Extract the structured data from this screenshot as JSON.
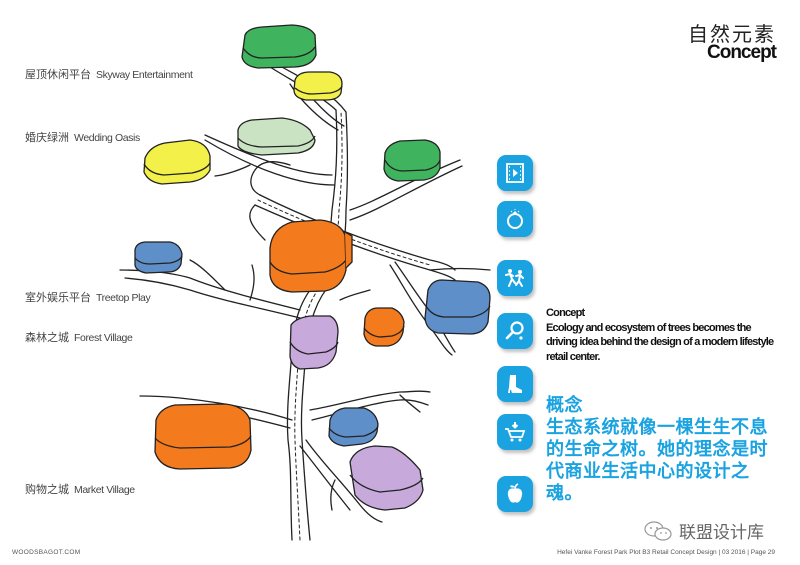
{
  "header": {
    "title_cn": "自然元素",
    "title_en": "Concept"
  },
  "zones": [
    {
      "cn": "屋顶休闲平台",
      "en": "Skyway Entertainment"
    },
    {
      "cn": "婚庆绿洲",
      "en": "Wedding Oasis"
    },
    {
      "cn": "室外娱乐平台",
      "en": "Treetop Play"
    },
    {
      "cn": "森林之城",
      "en": "Forest Village"
    },
    {
      "cn": "购物之城",
      "en": "Market Village"
    }
  ],
  "icons": [
    {
      "name": "film-icon",
      "label": "Entertainment"
    },
    {
      "name": "ring-icon",
      "label": "Wedding"
    },
    {
      "name": "play-people-icon",
      "label": "Play"
    },
    {
      "name": "magnifier-icon",
      "label": "Explore"
    },
    {
      "name": "boot-icon",
      "label": "Fashion"
    },
    {
      "name": "shopping-cart-icon",
      "label": "Shopping"
    },
    {
      "name": "apple-icon",
      "label": "Food"
    }
  ],
  "concept": {
    "heading_en": "Concept",
    "body_en": "Ecology and ecosystem of trees becomes the driving idea behind the design of a modern lifestyle retail center.",
    "heading_cn": "概念",
    "body_cn": "生态系统就像一棵生生不息的生命之树。她的理念是时代商业生活中心的设计之魂。"
  },
  "colors": {
    "accent_blue": "#1aa3e0",
    "green": "#3fb35e",
    "yellow": "#f3f04a",
    "pale_green": "#c9e3c3",
    "orange": "#f47a1e",
    "blue": "#5f8fc9",
    "lavender": "#c7a9dc"
  },
  "footer": {
    "left": "WOODSBAGOT.COM",
    "right": "Hefei Vanke Forest Park Plot B3 Retail Concept Design | 03 2016 | Page 29"
  },
  "watermark": {
    "text": "联盟设计库"
  }
}
